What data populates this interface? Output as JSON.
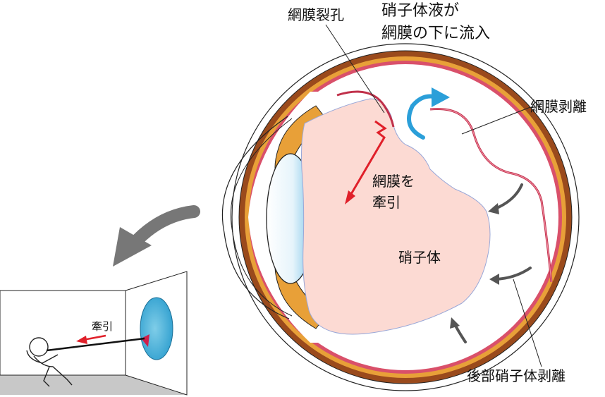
{
  "labels": {
    "retinal_tear": "網膜裂孔",
    "vitreous_fluid_line1": "硝子体液が",
    "vitreous_fluid_line2": "網膜の下に流入",
    "retinal_detachment": "網膜剥離",
    "traction_line1": "網膜を",
    "traction_line2": "牽引",
    "vitreous": "硝子体",
    "posterior_vitreous_detachment": "後部硝子体剥離",
    "room_traction": "牽引"
  },
  "colors": {
    "sclera": "#9a4a1c",
    "choroid": "#e8a038",
    "retina": "#d9506a",
    "vitreous": "#fcdad3",
    "traction_arrow": "#e0202a",
    "flow_arrow": "#2b9fd9",
    "pvd_arrow": "#555555",
    "big_arrow": "#777777",
    "wall_image": "#49b2d8"
  },
  "icons": {
    "flow": "curved-arrow-icon",
    "traction": "zigzag-arrow-icon",
    "figure": "stick-figure-icon"
  }
}
